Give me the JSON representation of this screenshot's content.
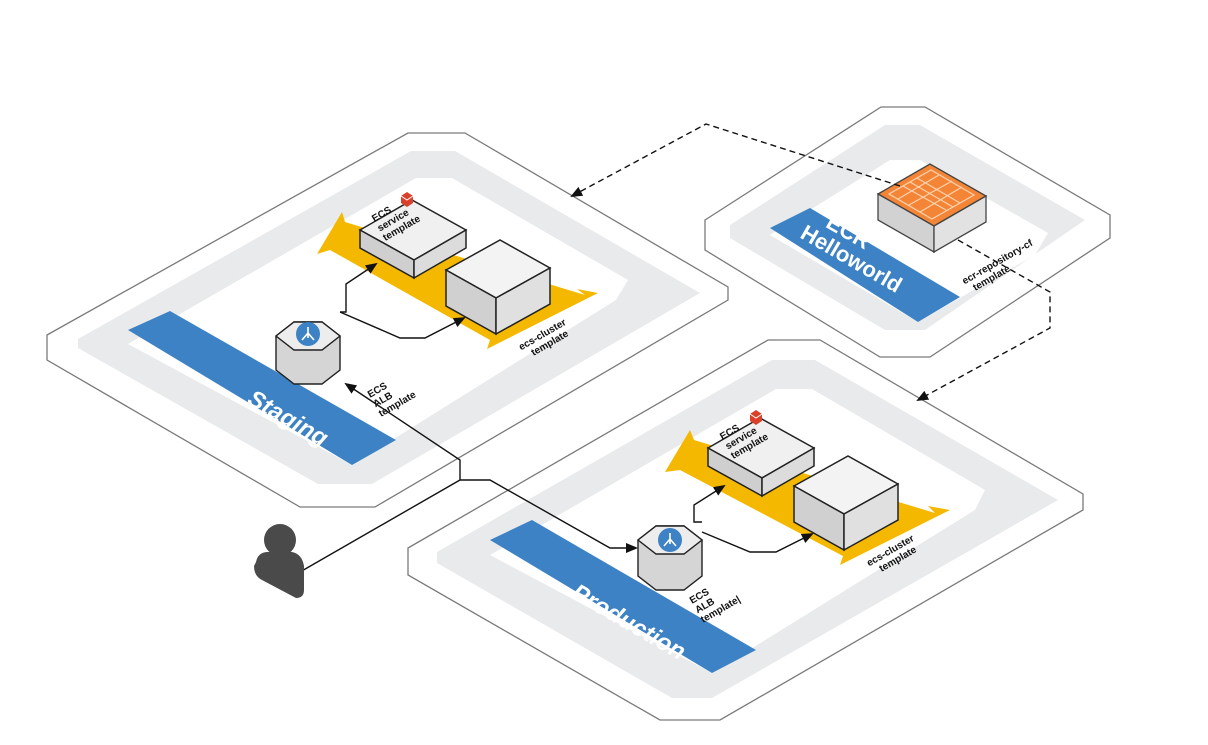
{
  "environments": {
    "staging": {
      "label": "Staging"
    },
    "production": {
      "label": "Production"
    },
    "ecr": {
      "label_line1": "ECR",
      "label_line2": "Helloworld"
    }
  },
  "templates": {
    "ecs_service": [
      "ECS",
      "service",
      "template"
    ],
    "ecs_cluster": [
      "ecs-cluster",
      "template"
    ],
    "ecs_alb_staging": [
      "ECS",
      "ALB",
      "template"
    ],
    "ecs_alb_production": [
      "ECS",
      "ALB",
      "template|"
    ],
    "ecr_repository": [
      "ecr-repository-cf",
      "template"
    ]
  },
  "icons": {
    "user": "user-icon",
    "load_balancer": "load-balancer-icon",
    "ecs_logo": "ecs-logo-icon",
    "container_registry": "ecr-registry-icon"
  },
  "colors": {
    "banner_blue": "#3d82c4",
    "arrow_yellow": "#f5b800",
    "panel_outline": "#7a7a7a",
    "panel_gray": "#e9eaeb",
    "ecr_orange": "#f58536",
    "ecs_red": "#d9412b",
    "user_gray": "#4a4a4a"
  }
}
